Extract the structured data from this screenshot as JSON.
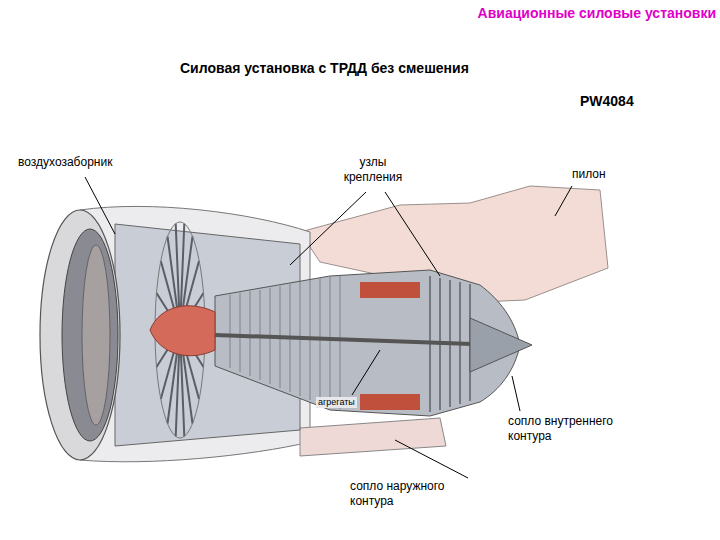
{
  "diagram": {
    "title": "Силовая установка с ТРДД без смешения",
    "labels": [
      "Авиационные силовые установки",
      "PW4084",
      "воздухозаборник",
      "узлы крепления",
      "пилон",
      "агрегаты",
      "сопло внутреннего контура",
      "сопло наружного контура"
    ]
  }
}
